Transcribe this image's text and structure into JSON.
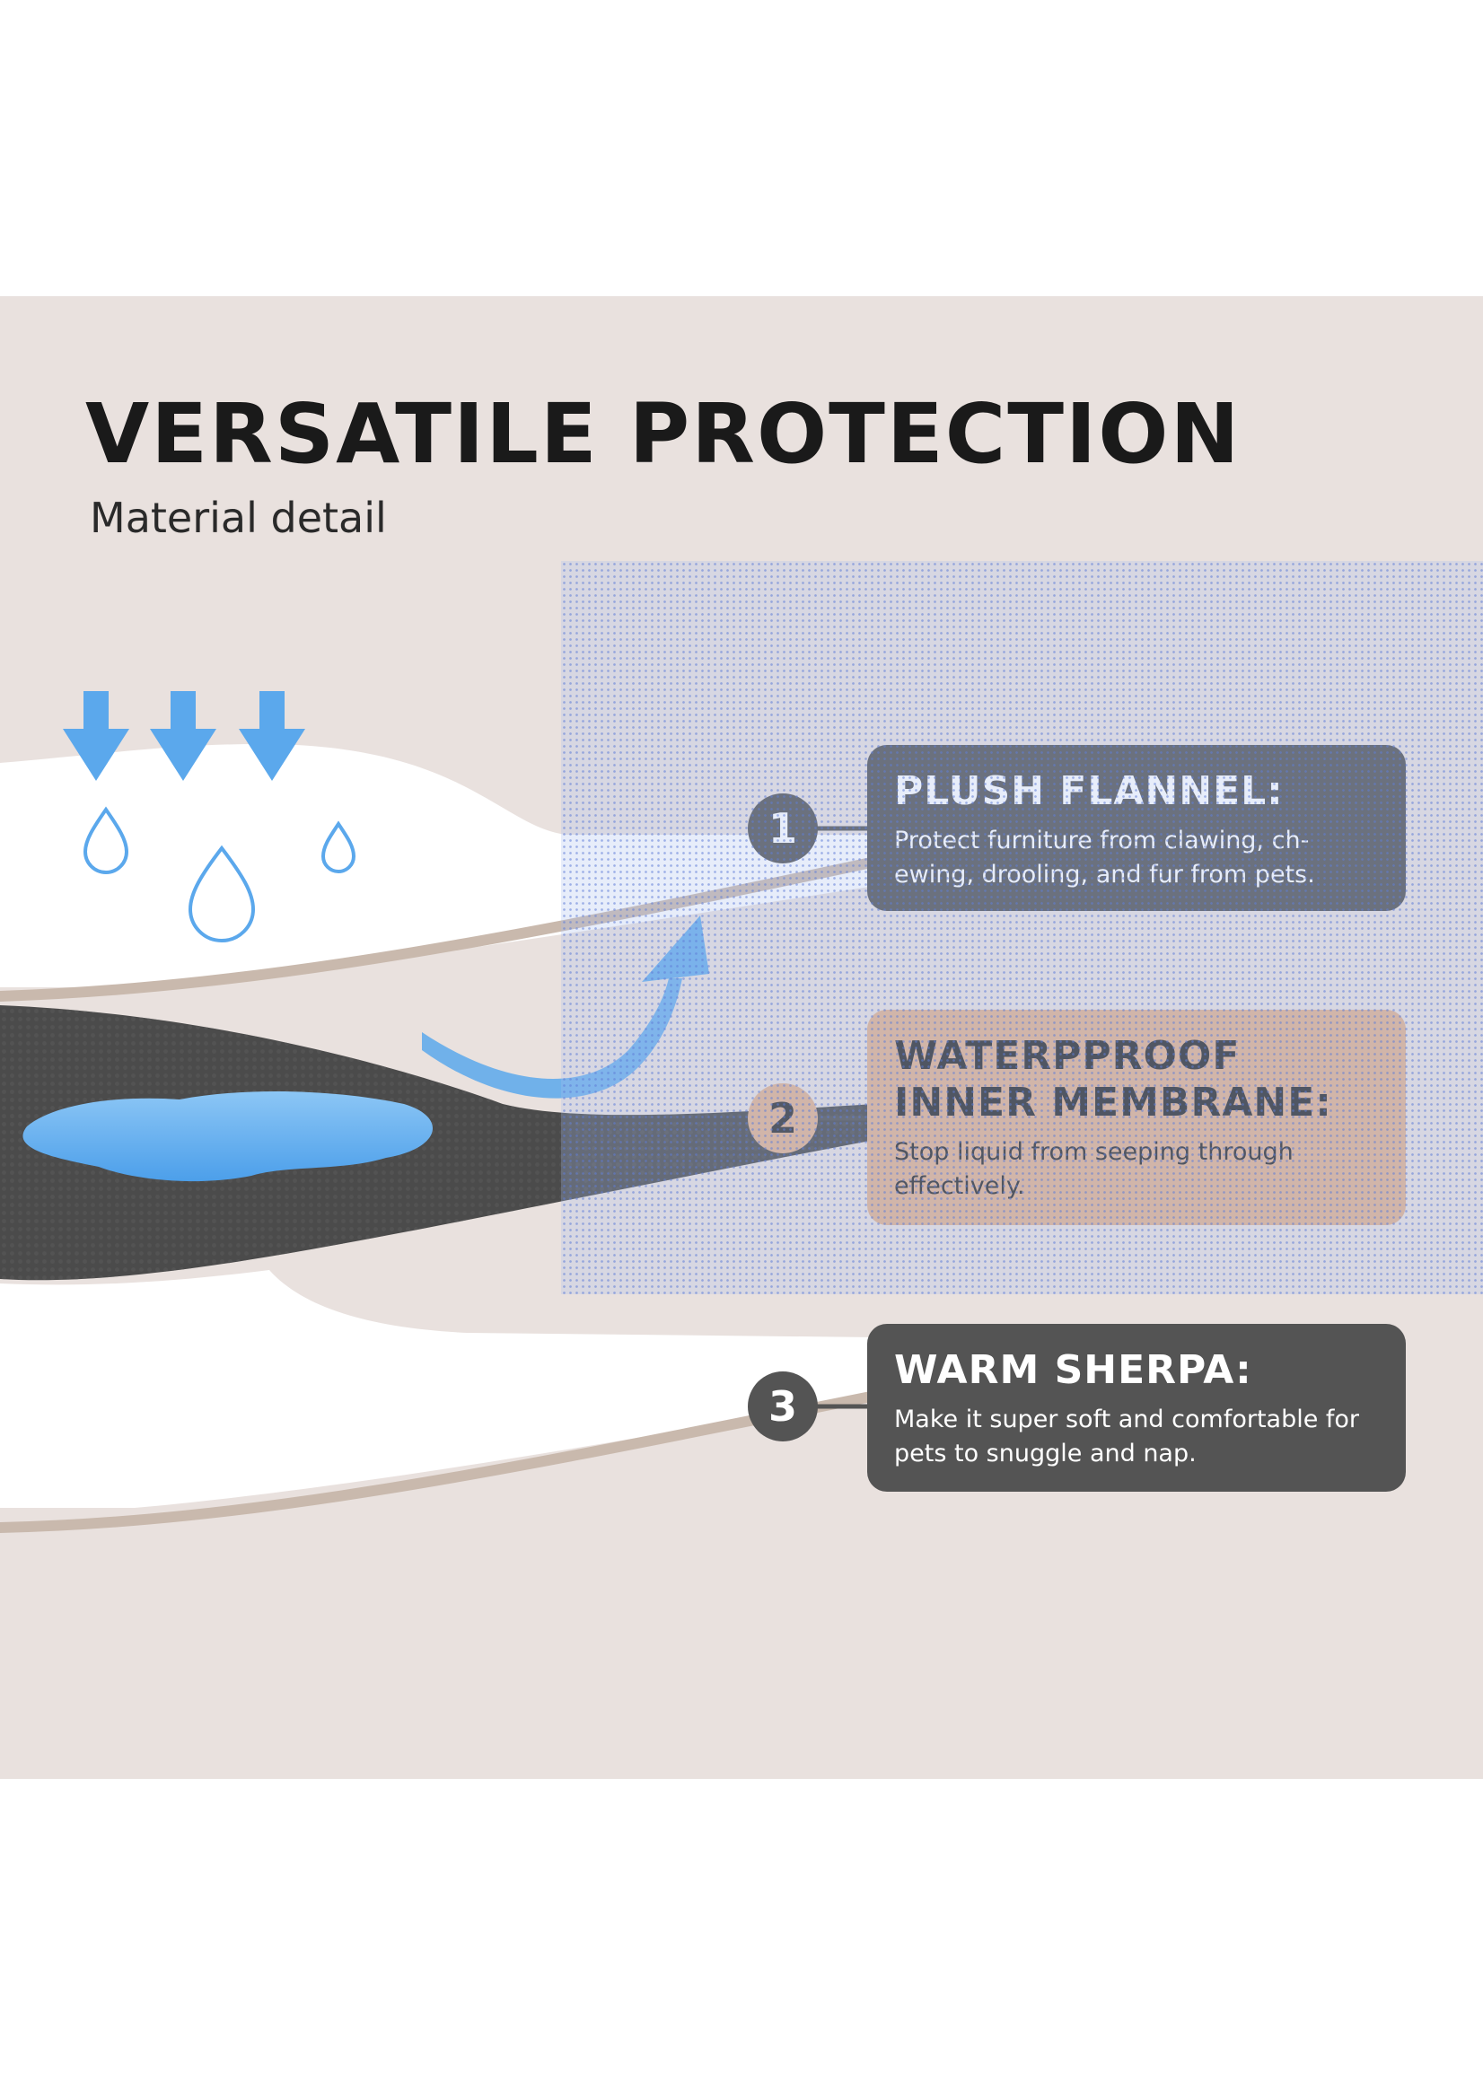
{
  "header": {
    "title": "VERSATILE PROTECTION",
    "subtitle": "Material detail"
  },
  "layers": [
    {
      "number": "1",
      "title": "PLUSH FLANNEL:",
      "description": "Protect furniture from clawing, ch-ewing, drooling, and fur from pets."
    },
    {
      "number": "2",
      "title": "WATERPPROOF\nINNER MEMBRANE:",
      "description": "Stop liquid from seeping through effectively."
    },
    {
      "number": "3",
      "title": "WARM SHERPA:",
      "description": "Make it super soft and comfortable for pets to snuggle and nap."
    }
  ],
  "icons": [
    "arrow-down-icon",
    "water-drop-icon",
    "curved-arrow-icon"
  ],
  "colors": {
    "background": "#e9e1de",
    "dark_box": "#545454",
    "accent_box": "#e1b28f",
    "water": "#5ba8ec",
    "membrane": "#4b4b4b",
    "seam": "#c9b9ad"
  }
}
